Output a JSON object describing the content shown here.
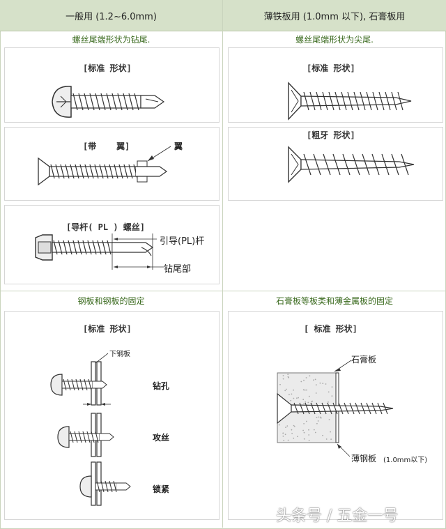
{
  "header": {
    "left": "一般用 (1.2~6.0mm)",
    "right": "薄铁板用 (1.0mm 以下), 石膏板用"
  },
  "left_top": {
    "subtitle": "螺丝尾端形状为钻尾.",
    "panels": [
      {
        "label": "[标准 形状]"
      },
      {
        "label": "[带    翼]",
        "callout": "翼"
      },
      {
        "label": "[导杆( PL ) 螺丝]",
        "callout_pl": "引导(PL)杆",
        "callout_tail": "钻尾部"
      }
    ]
  },
  "right_top": {
    "subtitle": "螺丝尾端形状为尖尾.",
    "panels": [
      {
        "label": "[标准 形状]"
      },
      {
        "label": "[粗牙 形状]"
      }
    ]
  },
  "left_bottom": {
    "subtitle": "钢板和钢板的固定",
    "label": "[标准 形状]",
    "plate_label": "下钢板",
    "steps": [
      "钻孔",
      "攻丝",
      "锁紧"
    ]
  },
  "right_bottom": {
    "subtitle": "石膏板等板类和薄金属板的固定",
    "label": "[ 标准 形状]",
    "gypsum_label": "石膏板",
    "sheet_label": "薄钢板",
    "sheet_note": "(1.0mm以下)"
  },
  "watermark": "头条号 / 五金一号"
}
